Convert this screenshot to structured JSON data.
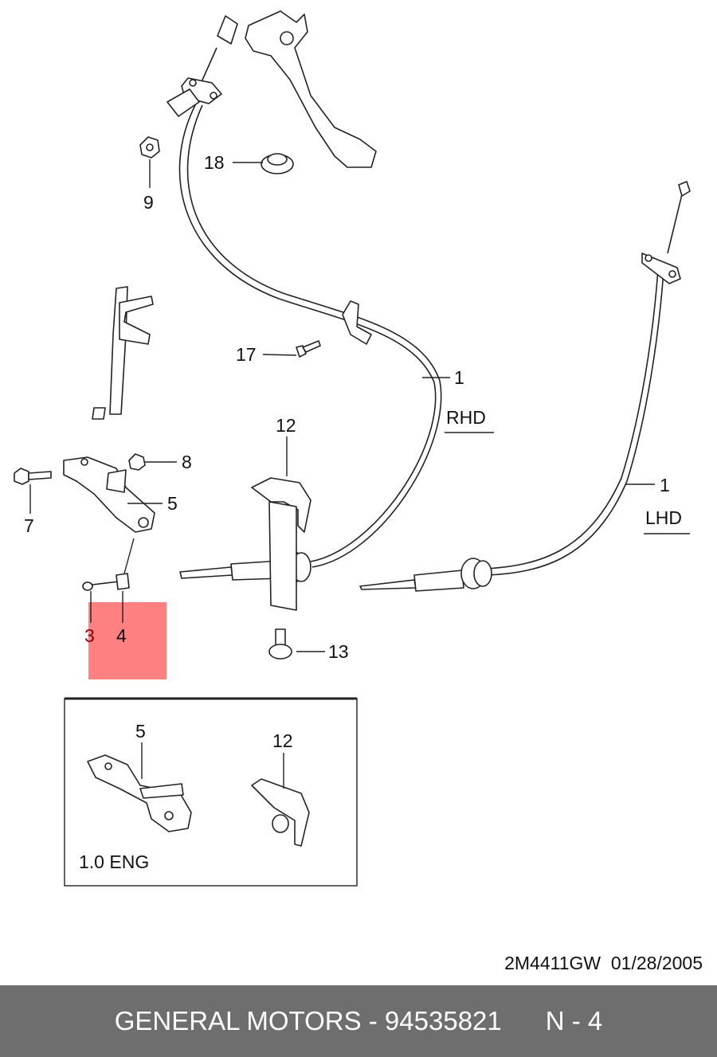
{
  "callouts": {
    "c18": "18",
    "c9": "9",
    "c17": "17",
    "c1_rhd": "1",
    "rhd": "RHD",
    "c12": "12",
    "c8": "8",
    "c5": "5",
    "c7": "7",
    "c1_lhd": "1",
    "lhd": "LHD",
    "c3": "3",
    "c4": "4",
    "c13": "13"
  },
  "inset": {
    "c5": "5",
    "c12": "12",
    "caption": "1.0 ENG"
  },
  "drawing_code": "2M4411GW  01/28/2005",
  "footer": {
    "text": "GENERAL MOTORS - 94535821      N - 4"
  },
  "colors": {
    "highlight": "#ff8080",
    "footer_bg": "#6e6e6e",
    "callout_highlight_text": "#8b0000"
  }
}
